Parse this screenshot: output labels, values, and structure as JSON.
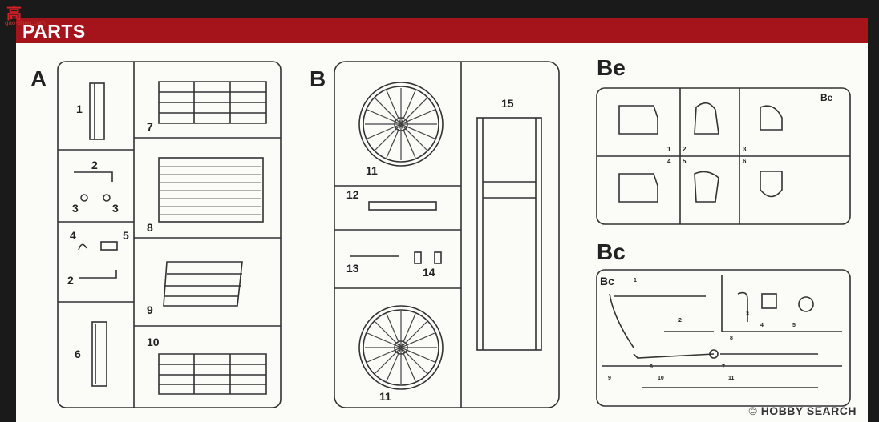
{
  "banner": {
    "title": "PARTS"
  },
  "logo": {
    "glyphs": "高 ",
    "url": "gao-shan.com"
  },
  "sprues": {
    "a": {
      "letter": "A",
      "parts": {
        "p1": "1",
        "p2a": "2",
        "p3a": "3",
        "p3b": "3",
        "p4": "4",
        "p5": "5",
        "p2b": "2",
        "p6": "6",
        "p7": "7",
        "p8": "8",
        "p9": "9",
        "p10": "10"
      }
    },
    "b": {
      "letter": "B",
      "parts": {
        "p11a": "11",
        "p12": "12",
        "p13": "13",
        "p14": "14",
        "p15": "15",
        "p11b": "11"
      }
    },
    "be": {
      "letter": "Be",
      "tag": "Be",
      "nums": [
        "1",
        "2",
        "3",
        "4",
        "5",
        "6"
      ]
    },
    "bc": {
      "letter": "Bc",
      "tag": "Bc",
      "nums": [
        "1",
        "2",
        "3",
        "4",
        "5",
        "6",
        "7",
        "8",
        "9",
        "10",
        "11"
      ]
    }
  },
  "watermark": {
    "text": "HOBBY SEARCH",
    "brand": "© "
  }
}
